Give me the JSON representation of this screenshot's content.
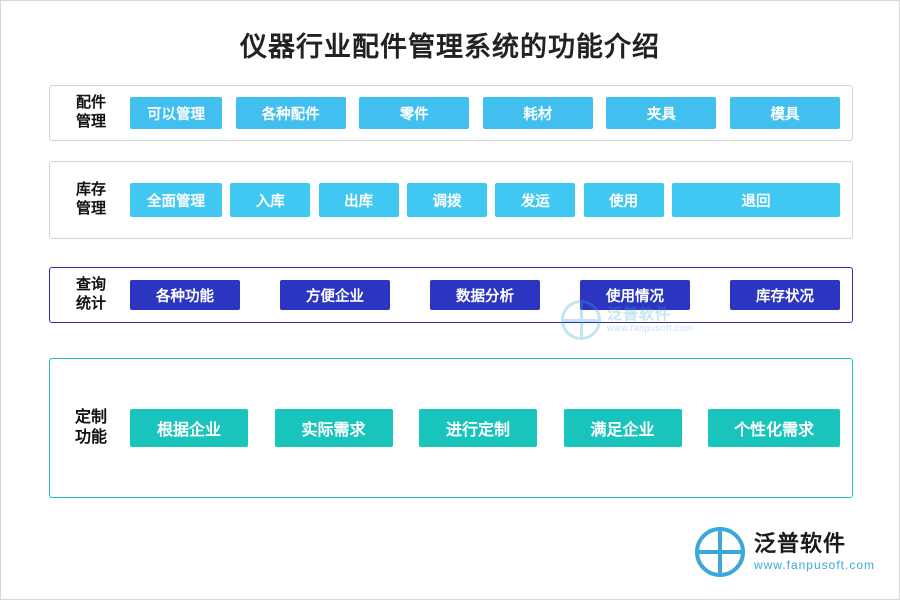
{
  "page": {
    "title": "仪器行业配件管理系统的功能介绍"
  },
  "sections": [
    {
      "key": "parts",
      "label": "配件\n管理",
      "accent": "#41c0f0",
      "items": [
        {
          "label": "可以管理",
          "width": 92
        },
        {
          "label": "各种配件",
          "width": 110
        },
        {
          "label": "零件",
          "width": 110
        },
        {
          "label": "耗材",
          "width": 110
        },
        {
          "label": "夹具",
          "width": 110
        },
        {
          "label": "模具",
          "width": 110
        }
      ]
    },
    {
      "key": "stock",
      "label": "库存\n管理",
      "accent": "#41c8f2",
      "items": [
        {
          "label": "全面管理",
          "width": 92
        },
        {
          "label": "入库",
          "width": 80
        },
        {
          "label": "出库",
          "width": 80
        },
        {
          "label": "调拨",
          "width": 80
        },
        {
          "label": "发运",
          "width": 80
        },
        {
          "label": "使用",
          "width": 80
        },
        {
          "label": "退回",
          "width": 168
        }
      ]
    },
    {
      "key": "query",
      "label": "查询\n统计",
      "accent": "#2b35c0",
      "items": [
        {
          "label": "各种功能",
          "width": 110
        },
        {
          "label": "方便企业",
          "width": 110
        },
        {
          "label": "数据分析",
          "width": 110
        },
        {
          "label": "使用情况",
          "width": 110
        },
        {
          "label": "库存状况",
          "width": 110
        }
      ]
    },
    {
      "key": "custom",
      "label": "定制\n功能",
      "accent": "#18c4bb",
      "items": [
        {
          "label": "根据企业",
          "width": 118
        },
        {
          "label": "实际需求",
          "width": 118
        },
        {
          "label": "进行定制",
          "width": 118
        },
        {
          "label": "满足企业",
          "width": 118
        },
        {
          "label": "个性化需求",
          "width": 132
        }
      ]
    }
  ],
  "watermark": {
    "main": "泛普软件",
    "sub": "www.fanpusoft.com",
    "icon": "globe-icon"
  },
  "logo": {
    "main": "泛普软件",
    "sub": "www.fanpusoft.com",
    "icon": "globe-icon"
  }
}
